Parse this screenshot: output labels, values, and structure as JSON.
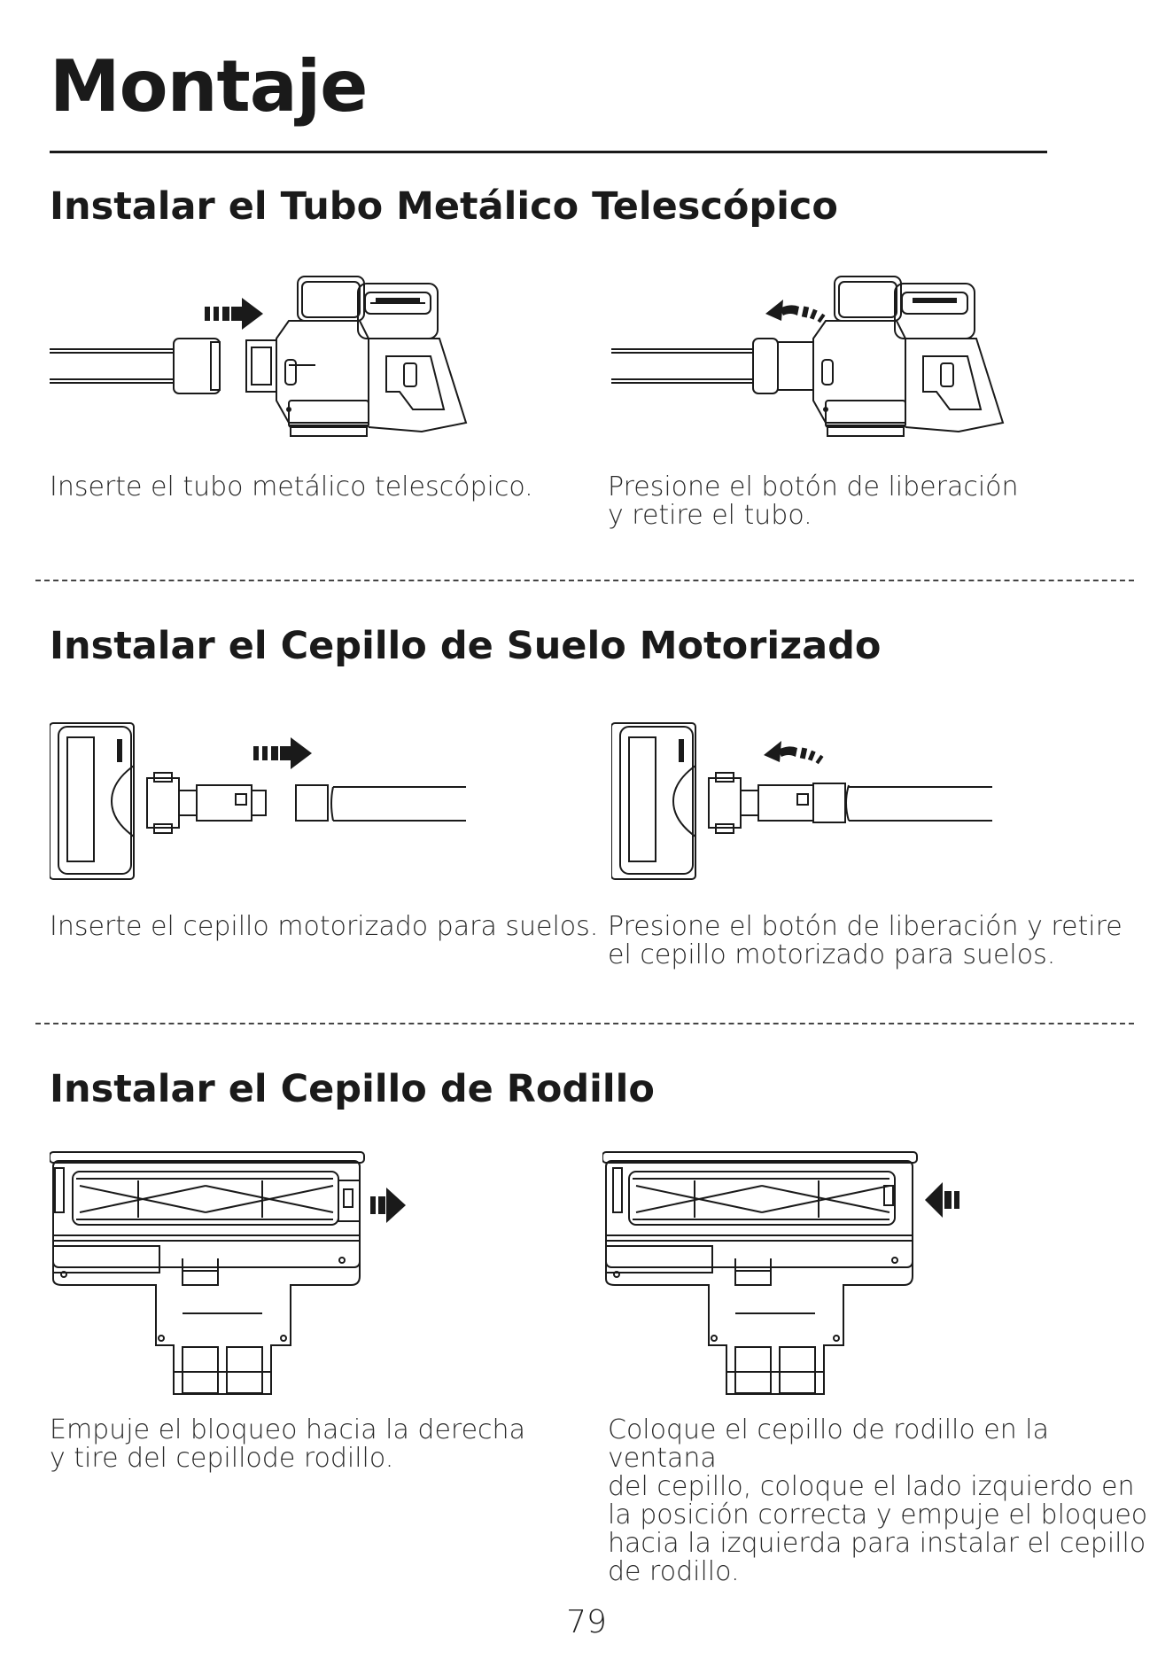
{
  "page": {
    "title": "Montaje",
    "page_number": "79"
  },
  "sections": [
    {
      "heading": "Instalar el Tubo Metálico Telescópico",
      "captions": [
        "Inserte el tubo metálico telescópico.",
        "Presione el botón de liberación\ny retire el tubo."
      ]
    },
    {
      "heading": "Instalar el Cepillo de Suelo Motorizado",
      "captions": [
        "Inserte el cepillo motorizado para suelos.",
        "Presione el botón de liberación y retire\nel cepillo motorizado para suelos."
      ]
    },
    {
      "heading": "Instalar el Cepillo de Rodillo",
      "captions": [
        "Empuje el bloqueo hacia la derecha\ny tire del cepillode rodillo.",
        "Coloque el cepillo de rodillo en la ventana\ndel cepillo, coloque el lado izquierdo en\nla posición correcta y empuje el bloqueo\nhacia la izquierda para instalar el cepillo\nde rodillo."
      ]
    }
  ],
  "icons": {
    "push_arrow": "arrow-right-icon",
    "release_arrow": "curved-arrow-left-icon",
    "insert_arrow": "arrow-left-icon"
  }
}
